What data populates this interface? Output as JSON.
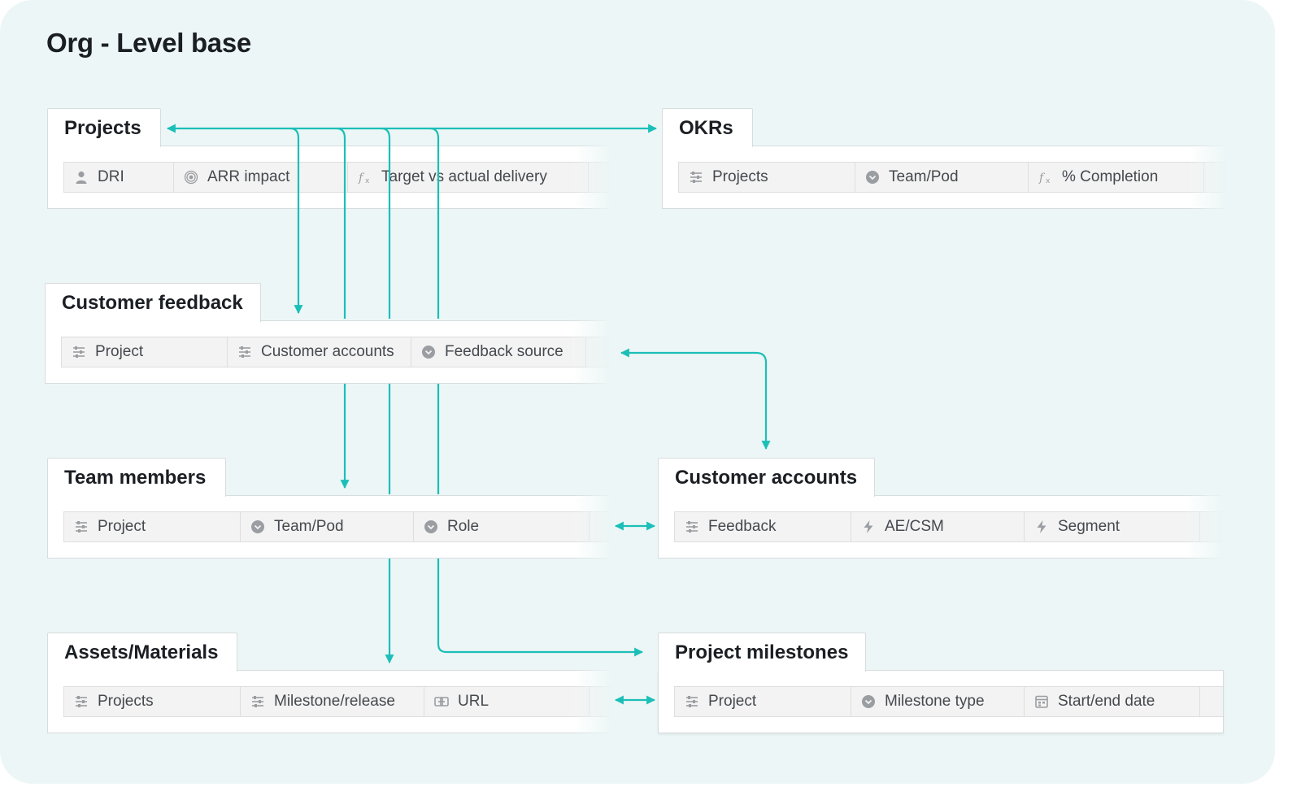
{
  "title": "Org - Level base",
  "colors": {
    "accent": "#1bbfb8",
    "background": "#ecf6f6",
    "field_bg": "#f3f3f3",
    "icon": "#9a9da1"
  },
  "tables": {
    "projects": {
      "name": "Projects",
      "fields": [
        {
          "label": "DRI",
          "icon": "person-icon"
        },
        {
          "label": "ARR impact",
          "icon": "rollup-icon"
        },
        {
          "label": "Target vs actual delivery",
          "icon": "formula-icon"
        }
      ]
    },
    "okrs": {
      "name": "OKRs",
      "fields": [
        {
          "label": "Projects",
          "icon": "link-icon"
        },
        {
          "label": "Team/Pod",
          "icon": "single-select-icon"
        },
        {
          "label": "% Completion",
          "icon": "formula-icon"
        }
      ]
    },
    "customer_feedback": {
      "name": "Customer feedback",
      "fields": [
        {
          "label": "Project",
          "icon": "link-icon"
        },
        {
          "label": "Customer accounts",
          "icon": "link-icon"
        },
        {
          "label": "Feedback source",
          "icon": "single-select-icon"
        }
      ]
    },
    "team_members": {
      "name": "Team members",
      "fields": [
        {
          "label": "Project",
          "icon": "link-icon"
        },
        {
          "label": "Team/Pod",
          "icon": "single-select-icon"
        },
        {
          "label": "Role",
          "icon": "single-select-icon"
        }
      ]
    },
    "customer_accounts": {
      "name": "Customer accounts",
      "fields": [
        {
          "label": "Feedback",
          "icon": "link-icon"
        },
        {
          "label": "AE/CSM",
          "icon": "lightning-icon"
        },
        {
          "label": "Segment",
          "icon": "lightning-icon"
        }
      ]
    },
    "assets_materials": {
      "name": "Assets/Materials",
      "fields": [
        {
          "label": "Projects",
          "icon": "link-icon"
        },
        {
          "label": "Milestone/release",
          "icon": "link-icon"
        },
        {
          "label": "URL",
          "icon": "url-icon"
        }
      ]
    },
    "project_milestones": {
      "name": "Project milestones",
      "fields": [
        {
          "label": "Project",
          "icon": "link-icon"
        },
        {
          "label": "Milestone type",
          "icon": "single-select-icon"
        },
        {
          "label": "Start/end date",
          "icon": "calendar-icon"
        }
      ]
    }
  }
}
